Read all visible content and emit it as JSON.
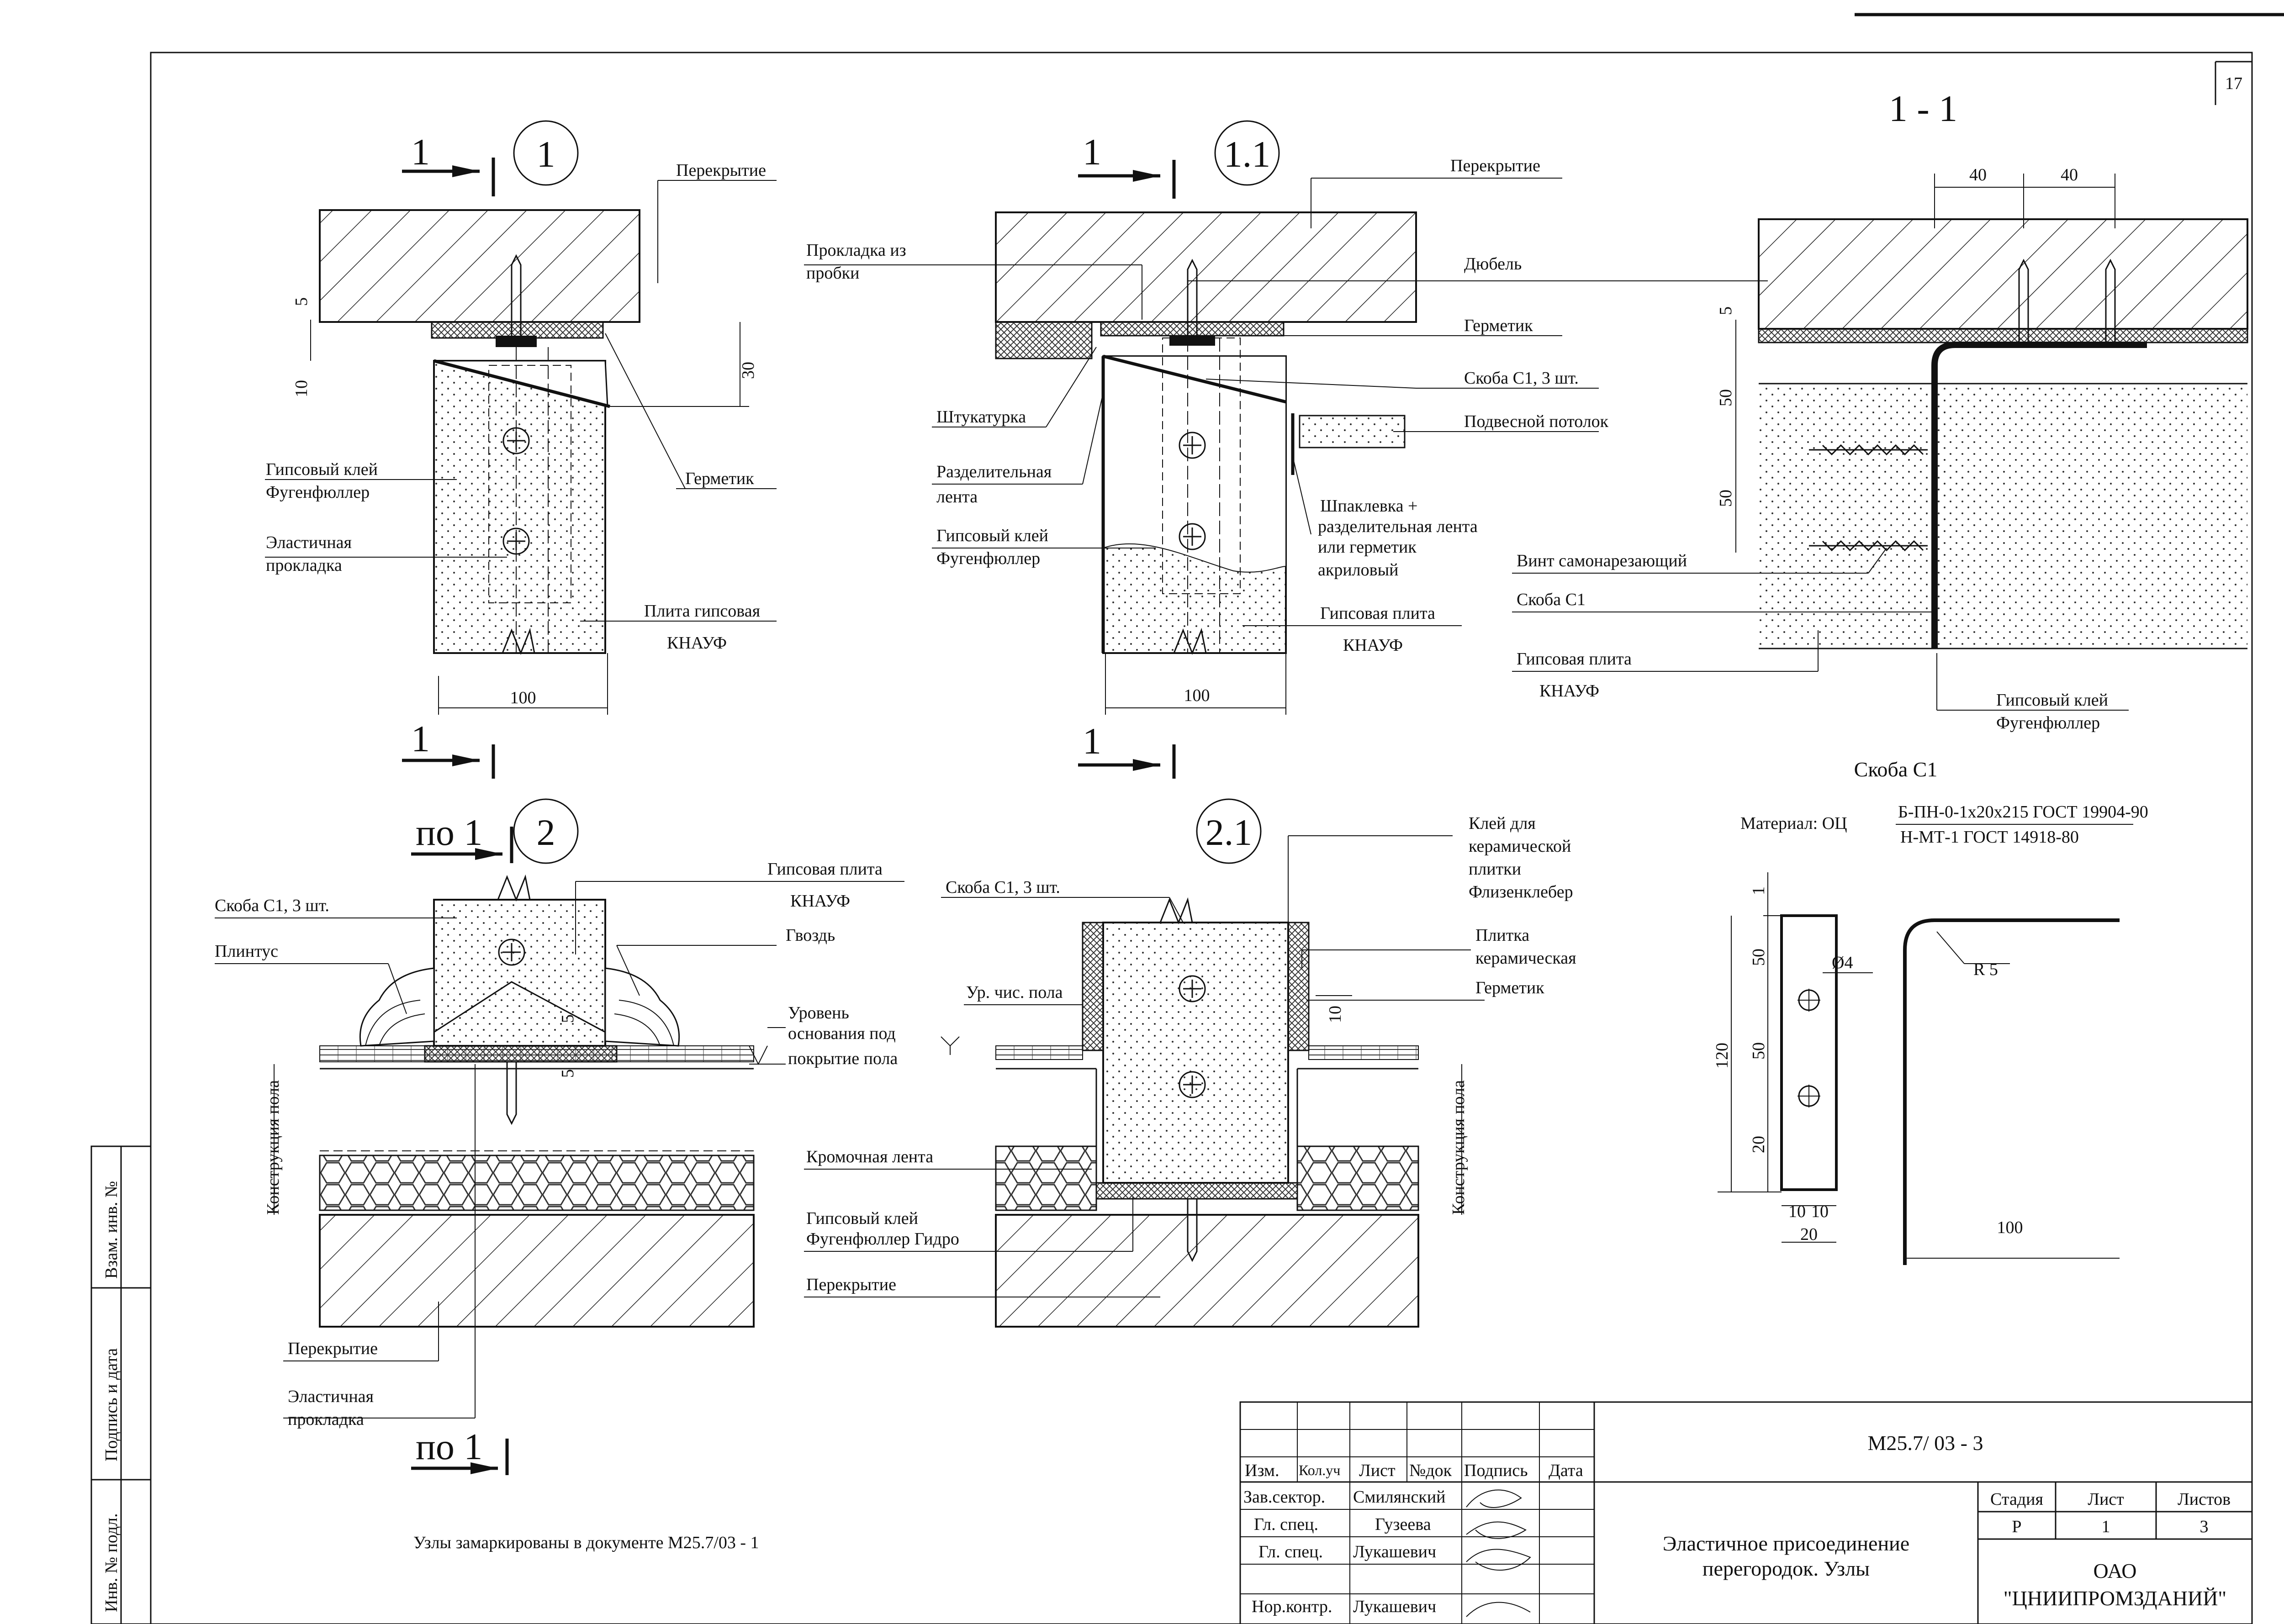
{
  "sheet_number": "17",
  "detail1": {
    "section_mark": "1",
    "node_number": "1",
    "labels": {
      "slab": "Перекрытие",
      "sealant": "Герметик",
      "glue": "Гипсовый клей",
      "glue2": "Фугенфюллер",
      "elastic": "Эластичная",
      "elastic2": "прокладка",
      "board": "Плита гипсовая",
      "board2": "КНАУФ"
    },
    "dims": {
      "d5": "5",
      "d10": "10",
      "d30": "30",
      "d100": "100"
    }
  },
  "detail11": {
    "section_mark": "1",
    "node_number": "1.1",
    "labels": {
      "slab": "Перекрытие",
      "cork": "Прокладка из",
      "cork2": "пробки",
      "dowel": "Дюбель",
      "sealant": "Герметик",
      "bracket": "Скоба С1, 3 шт.",
      "ceiling": "Подвесной потолок",
      "plaster": "Штукатурка",
      "sep": "Разделительная",
      "sep2": "лента",
      "glue": "Гипсовый клей",
      "glue2": "Фугенфюллер",
      "putty": "Шпаклевка +",
      "putty2": "разделительная лента",
      "putty3": "или герметик",
      "putty4": "акриловый",
      "board": "Гипсовая плита",
      "board2": "КНАУФ"
    },
    "dims": {
      "d100": "100"
    }
  },
  "section11": {
    "title": "1 - 1",
    "labels": {
      "screw": "Винт самонарезающий",
      "bracket": "Скоба С1",
      "board": "Гипсовая плита",
      "board2": "КНАУФ",
      "glue": "Гипсовый клей",
      "glue2": "Фугенфюллер"
    },
    "dims": {
      "d40a": "40",
      "d40b": "40",
      "d5": "5",
      "d50a": "50",
      "d50b": "50"
    }
  },
  "bracket_c1": {
    "title": "Скоба С1",
    "material_label": "Материал: ОЦ",
    "material_top": "Б-ПН-0-1х20х215 ГОСТ 19904-90",
    "material_bottom": "Н-МТ-1 ГОСТ 14918-80",
    "dims": {
      "d1": "1",
      "d50a": "50",
      "d50b": "50",
      "d20": "20",
      "d120": "120",
      "d10a": "10",
      "d10b": "10",
      "d20w": "20",
      "hole": "Ø4",
      "radius": "R 5",
      "d100": "100"
    }
  },
  "detail2": {
    "section_mark": "по 1",
    "node_number": "2",
    "labels": {
      "board": "Гипсовая плита",
      "board2": "КНАУФ",
      "bracket": "Скоба С1, 3 шт.",
      "nail": "Гвоздь",
      "skirting": "Плинтус",
      "level": "Уровень",
      "level2": "основания под",
      "level3": "покрытие пола",
      "floor": "Конструкция пола",
      "slab": "Перекрытие",
      "elastic": "Эластичная",
      "elastic2": "прокладка"
    },
    "dims": {
      "d5a": "5",
      "d5b": "5"
    }
  },
  "detail21": {
    "node_number": "2.1",
    "labels": {
      "bracket": "Скоба С1, 3 шт.",
      "tileglue": "Клей для",
      "tileglue2": "керамической",
      "tileglue3": "плитки",
      "tileglue4": "Флизенклебер",
      "tile": "Плитка",
      "tile2": "керамическая",
      "sealant": "Герметик",
      "clean": "Ур. чис. пола",
      "edge": "Кромочная лента",
      "glue": "Гипсовый клей",
      "glue2": "Фугенфюллер Гидро",
      "slab": "Перекрытие",
      "floor": "Конструкция пола"
    },
    "dims": {
      "d10": "10"
    }
  },
  "side_stamp": {
    "vzam": "Взам. инв. №",
    "sign": "Подпись и дата",
    "inv": "Инв. № подл."
  },
  "note": "Узлы замаркированы в документе М25.7/03 - 1",
  "title_block": {
    "doc_code": "М25.7/ 03 - 3",
    "headers": [
      "Изм.",
      "Кол.уч",
      "Лист",
      "№док",
      "Подпись",
      "Дата"
    ],
    "rows": [
      {
        "role": "Зав.сектор.",
        "name": "Смилянский"
      },
      {
        "role": "Гл. спец.",
        "name": "Гузеева"
      },
      {
        "role": "Гл. спец.",
        "name": "Лукашевич"
      },
      {
        "role": "Нор.контр.",
        "name": "Лукашевич"
      }
    ],
    "title_line1": "Эластичное присоединение",
    "title_line2": "перегородок. Узлы",
    "stage_header": "Стадия",
    "sheet_header": "Лист",
    "sheets_header": "Листов",
    "stage": "Р",
    "sheet": "1",
    "sheets": "3",
    "org1": "ОАО",
    "org2": "\"ЦНИИПРОМЗДАНИЙ\""
  }
}
